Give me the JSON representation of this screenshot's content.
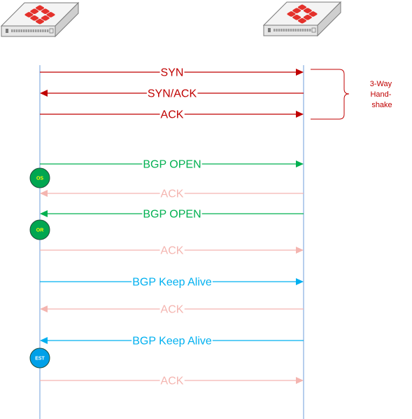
{
  "colors": {
    "handshake": "#c00000",
    "open": "#00b050",
    "keepalive": "#00b0f0",
    "ack": "#f4b5b0",
    "lifeline": "#8eb4e3",
    "brand_red": "#e4312b",
    "state_green": "#00a650",
    "state_green_text": "#ffff00",
    "state_blue": "#00a0e8",
    "state_blue_text": "#ffffff"
  },
  "devices": [
    {
      "icon": "firewall-device-icon",
      "side": "left"
    },
    {
      "icon": "firewall-device-icon",
      "side": "right"
    }
  ],
  "messages": [
    {
      "label": "SYN",
      "direction": "right",
      "kind": "handshake"
    },
    {
      "label": "SYN/ACK",
      "direction": "left",
      "kind": "handshake"
    },
    {
      "label": "ACK",
      "direction": "right",
      "kind": "handshake"
    },
    {
      "label": "BGP OPEN",
      "direction": "right",
      "kind": "open"
    },
    {
      "label": "ACK",
      "direction": "left",
      "kind": "ack"
    },
    {
      "label": "BGP OPEN",
      "direction": "left",
      "kind": "open"
    },
    {
      "label": "ACK",
      "direction": "right",
      "kind": "ack"
    },
    {
      "label": "BGP Keep Alive",
      "direction": "right",
      "kind": "keepalive"
    },
    {
      "label": "ACK",
      "direction": "left",
      "kind": "ack"
    },
    {
      "label": "BGP Keep Alive",
      "direction": "left",
      "kind": "keepalive"
    },
    {
      "label": "ACK",
      "direction": "right",
      "kind": "ack"
    }
  ],
  "states": [
    {
      "label": "OS",
      "after_message": 3,
      "style": "green"
    },
    {
      "label": "OR",
      "after_message": 5,
      "style": "green"
    },
    {
      "label": "EST",
      "after_message": 9,
      "style": "blue"
    }
  ],
  "handshake_note": {
    "lines": [
      "3-Way",
      "Hand-",
      "shake"
    ]
  }
}
